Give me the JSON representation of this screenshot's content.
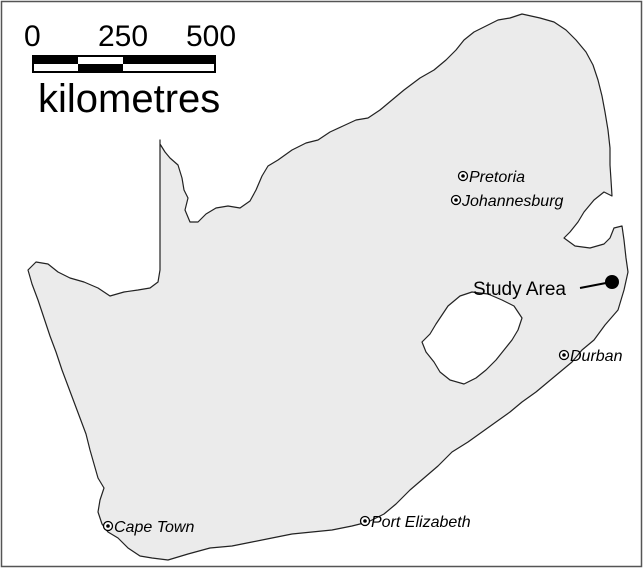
{
  "scale_bar": {
    "ticks": [
      "0",
      "250",
      "500"
    ],
    "unit": "kilometres"
  },
  "study_area": {
    "label": "Study Area"
  },
  "cities": [
    {
      "name": "Pretoria"
    },
    {
      "name": "Johannesburg"
    },
    {
      "name": "Durban"
    },
    {
      "name": "Port Elizabeth"
    },
    {
      "name": "Cape Town"
    }
  ],
  "colors": {
    "land": "#ebebeb",
    "outline": "#222222",
    "background": "#ffffff",
    "frame": "#555555"
  }
}
